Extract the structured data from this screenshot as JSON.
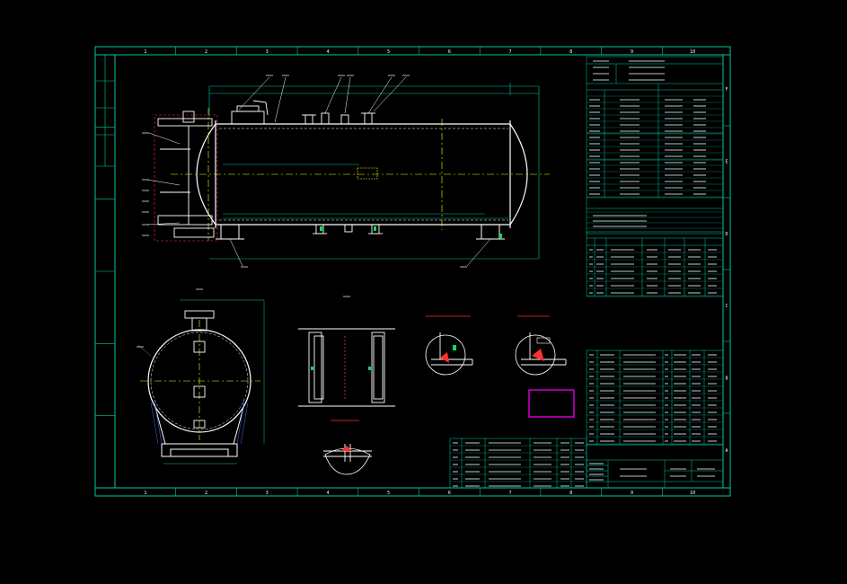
{
  "colors": {
    "background": "#000000",
    "frame": "#00c8a0",
    "outline": "#ffffff",
    "centerline": "#ffff00",
    "dimension": "#00c8a0",
    "weld": "#ff3030",
    "annotation_box": "#ff00ff",
    "leader": "#ff3030",
    "nozzle": "#ffffff"
  },
  "frame": {
    "column_numbers": [
      "1",
      "2",
      "3",
      "4",
      "5",
      "6",
      "7",
      "8",
      "9",
      "10"
    ],
    "row_letters": [
      "A",
      "B",
      "C",
      "D",
      "E",
      "F"
    ]
  },
  "annotation_box": {
    "label": ""
  },
  "drawing_number": ""
}
